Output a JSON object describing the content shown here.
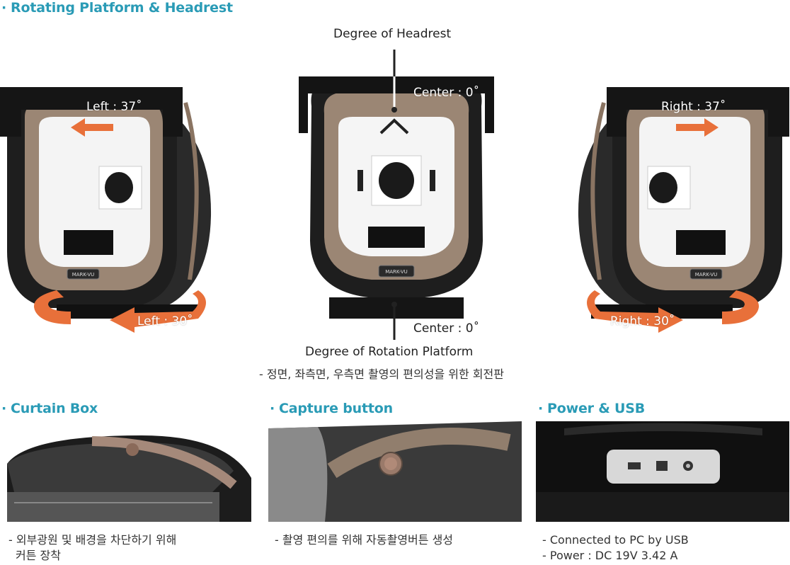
{
  "sections": {
    "rotating": {
      "bullet": "·",
      "title": "Rotating Platform & Headrest"
    },
    "curtain": {
      "bullet": "·",
      "title": "Curtain Box"
    },
    "capture": {
      "bullet": "·",
      "title": "Capture button"
    },
    "power": {
      "bullet": "·",
      "title": "Power & USB"
    }
  },
  "labels": {
    "degree_headrest": "Degree of Headrest",
    "center_top": "Center : 0˚",
    "left_top": "Left : 37˚",
    "right_top": "Right : 37˚",
    "left_bottom": "Left : 30˚",
    "right_bottom": "Right : 30˚",
    "center_bottom": "Center : 0˚",
    "degree_platform": "Degree of Rotation Platform",
    "platform_desc": "- 정면, 좌측면, 우측면 촬영의 편의성을 위한 회전판"
  },
  "device": {
    "logo": "MARK-VU",
    "side_logo": "MARK-VU"
  },
  "curtain": {
    "line1": "- 외부광원 및 배경을 차단하기 위해",
    "line2": "커튼 장착"
  },
  "capture": {
    "line1": "- 촬영 편의를 위해 자동촬영버튼 생성"
  },
  "power": {
    "line1": "- Connected to PC by USB",
    "line2": "- Power : DC 19V 3.42 A"
  },
  "colors": {
    "accent": "#2a9bb6",
    "arrow": "#e8703a",
    "body_dark": "#1c1c1c",
    "bronze": "#9b8674"
  }
}
